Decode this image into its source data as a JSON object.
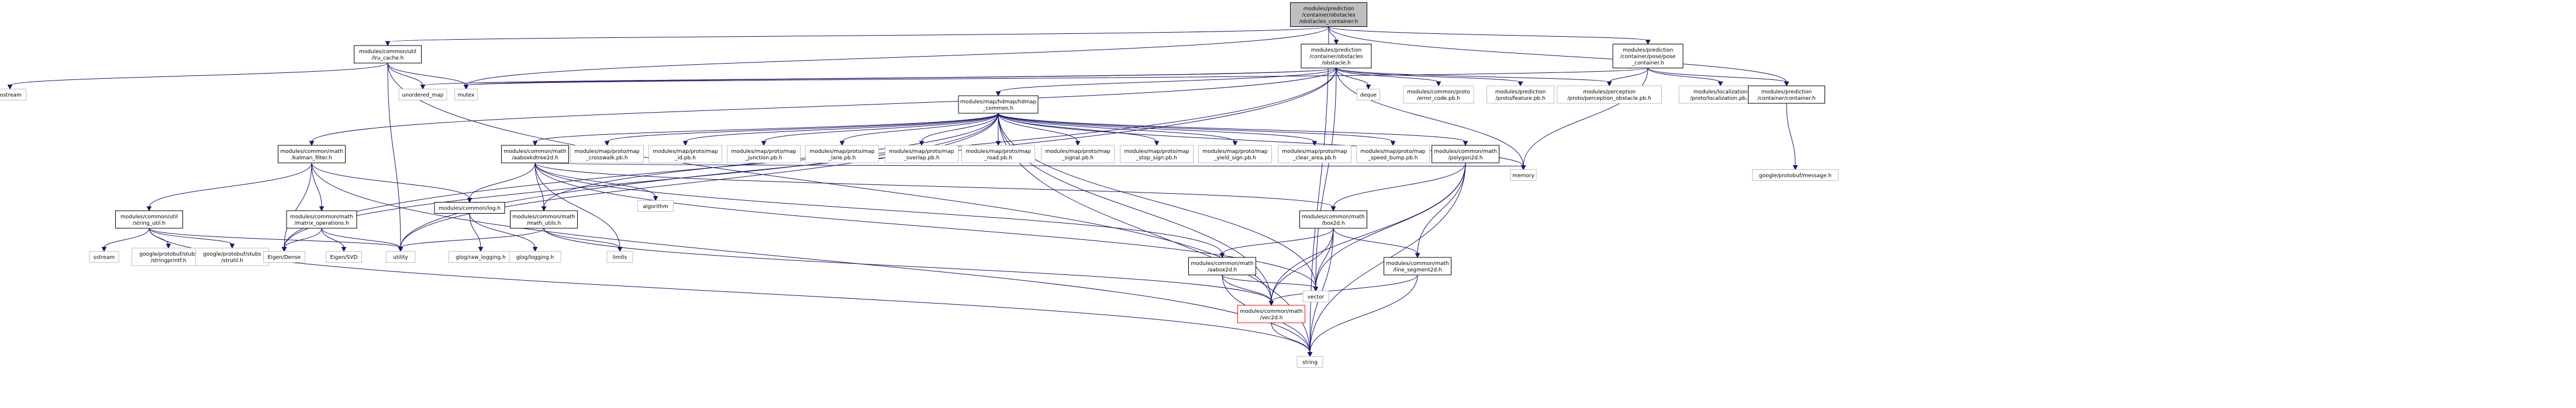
{
  "diagram": {
    "nodes": [
      {
        "id": "root",
        "lines": [
          "modules/prediction",
          "/container/obstacles",
          "/obstacles_container.h"
        ],
        "style": "root"
      },
      {
        "id": "lru",
        "lines": [
          "modules/common/util",
          "/lru_cache.h"
        ],
        "style": "box"
      },
      {
        "id": "obstacle",
        "lines": [
          "modules/prediction",
          "/container/obstacles",
          "/obstacle.h"
        ],
        "style": "box"
      },
      {
        "id": "pose",
        "lines": [
          "modules/prediction",
          "/container/pose/pose",
          "_container.h"
        ],
        "style": "box"
      },
      {
        "id": "iostream",
        "lines": [
          "iostream"
        ],
        "style": "ext"
      },
      {
        "id": "unordered_map",
        "lines": [
          "unordered_map"
        ],
        "style": "ext"
      },
      {
        "id": "mutex",
        "lines": [
          "mutex"
        ],
        "style": "ext"
      },
      {
        "id": "hdmap_common",
        "lines": [
          "modules/map/hdmap/hdmap",
          "_common.h"
        ],
        "style": "box"
      },
      {
        "id": "deque",
        "lines": [
          "deque"
        ],
        "style": "ext"
      },
      {
        "id": "error_code",
        "lines": [
          "modules/common/proto",
          "/error_code.pb.h"
        ],
        "style": "ext"
      },
      {
        "id": "feature_pb",
        "lines": [
          "modules/prediction",
          "/proto/feature.pb.h"
        ],
        "style": "ext"
      },
      {
        "id": "perception_obstacle",
        "lines": [
          "modules/perception",
          "/proto/perception_obstacle.pb.h"
        ],
        "style": "ext"
      },
      {
        "id": "localization_pb",
        "lines": [
          "modules/localization",
          "/proto/localization.pb.h"
        ],
        "style": "ext"
      },
      {
        "id": "container",
        "lines": [
          "modules/prediction",
          "/container/container.h"
        ],
        "style": "box"
      },
      {
        "id": "kalman",
        "lines": [
          "modules/common/math",
          "/kalman_filter.h"
        ],
        "style": "box"
      },
      {
        "id": "aaboxkdtree",
        "lines": [
          "modules/common/math",
          "/aaboxkdtree2d.h"
        ],
        "style": "box"
      },
      {
        "id": "crosswalk",
        "lines": [
          "modules/map/proto/map",
          "_crosswalk.pb.h"
        ],
        "style": "ext"
      },
      {
        "id": "id_pb",
        "lines": [
          "modules/map/proto/map",
          "_id.pb.h"
        ],
        "style": "ext"
      },
      {
        "id": "junction",
        "lines": [
          "modules/map/proto/map",
          "_junction.pb.h"
        ],
        "style": "ext"
      },
      {
        "id": "lane",
        "lines": [
          "modules/map/proto/map",
          "_lane.pb.h"
        ],
        "style": "ext"
      },
      {
        "id": "overlap",
        "lines": [
          "modules/map/proto/map",
          "_overlap.pb.h"
        ],
        "style": "ext"
      },
      {
        "id": "road",
        "lines": [
          "modules/map/proto/map",
          "_road.pb.h"
        ],
        "style": "ext"
      },
      {
        "id": "signal",
        "lines": [
          "modules/map/proto/map",
          "_signal.pb.h"
        ],
        "style": "ext"
      },
      {
        "id": "stop_sign",
        "lines": [
          "modules/map/proto/map",
          "_stop_sign.pb.h"
        ],
        "style": "ext"
      },
      {
        "id": "yield_sign",
        "lines": [
          "modules/map/proto/map",
          "_yield_sign.pb.h"
        ],
        "style": "ext"
      },
      {
        "id": "clear_area",
        "lines": [
          "modules/map/proto/map",
          "_clear_area.pb.h"
        ],
        "style": "ext"
      },
      {
        "id": "speed_bump",
        "lines": [
          "modules/map/proto/map",
          "_speed_bump.pb.h"
        ],
        "style": "ext"
      },
      {
        "id": "polygon2d",
        "lines": [
          "modules/common/math",
          "/polygon2d.h"
        ],
        "style": "box"
      },
      {
        "id": "memory",
        "lines": [
          "memory"
        ],
        "style": "ext"
      },
      {
        "id": "message_h",
        "lines": [
          "google/protobuf/message.h"
        ],
        "style": "ext"
      },
      {
        "id": "string_util",
        "lines": [
          "modules/common/util",
          "/string_util.h"
        ],
        "style": "box"
      },
      {
        "id": "matrix_ops",
        "lines": [
          "modules/common/math",
          "/matrix_operations.h"
        ],
        "style": "box"
      },
      {
        "id": "log",
        "lines": [
          "modules/common/log.h"
        ],
        "style": "box"
      },
      {
        "id": "math_utils",
        "lines": [
          "modules/common/math",
          "/math_utils.h"
        ],
        "style": "box"
      },
      {
        "id": "algorithm",
        "lines": [
          "algorithm"
        ],
        "style": "ext"
      },
      {
        "id": "box2d",
        "lines": [
          "modules/common/math",
          "/box2d.h"
        ],
        "style": "box"
      },
      {
        "id": "sstream",
        "lines": [
          "sstream"
        ],
        "style": "ext"
      },
      {
        "id": "stringprintf",
        "lines": [
          "google/protobuf/stubs",
          "/stringprintf.h"
        ],
        "style": "ext"
      },
      {
        "id": "strutil",
        "lines": [
          "google/protobuf/stubs",
          "/strutil.h"
        ],
        "style": "ext"
      },
      {
        "id": "eigen_dense",
        "lines": [
          "Eigen/Dense"
        ],
        "style": "ext"
      },
      {
        "id": "eigen_svd",
        "lines": [
          "Eigen/SVD"
        ],
        "style": "ext"
      },
      {
        "id": "utility",
        "lines": [
          "utility"
        ],
        "style": "ext"
      },
      {
        "id": "glog_raw",
        "lines": [
          "glog/raw_logging.h"
        ],
        "style": "ext"
      },
      {
        "id": "glog",
        "lines": [
          "glog/logging.h"
        ],
        "style": "ext"
      },
      {
        "id": "limits",
        "lines": [
          "limits"
        ],
        "style": "ext"
      },
      {
        "id": "aabox2d",
        "lines": [
          "modules/common/math",
          "/aabox2d.h"
        ],
        "style": "box"
      },
      {
        "id": "line_segment",
        "lines": [
          "modules/common/math",
          "/line_segment2d.h"
        ],
        "style": "box"
      },
      {
        "id": "vector",
        "lines": [
          "vector"
        ],
        "style": "ext"
      },
      {
        "id": "vec2d",
        "lines": [
          "modules/common/math",
          "/vec2d.h"
        ],
        "style": "red"
      },
      {
        "id": "string",
        "lines": [
          "string"
        ],
        "style": "ext"
      }
    ],
    "edges": [
      [
        "root",
        "lru"
      ],
      [
        "root",
        "obstacle"
      ],
      [
        "root",
        "pose"
      ],
      [
        "root",
        "container"
      ],
      [
        "root",
        "mutex"
      ],
      [
        "root",
        "string"
      ],
      [
        "lru",
        "iostream"
      ],
      [
        "lru",
        "unordered_map"
      ],
      [
        "lru",
        "mutex"
      ],
      [
        "lru",
        "utility"
      ],
      [
        "lru",
        "vec2d"
      ],
      [
        "obstacle",
        "unordered_map"
      ],
      [
        "obstacle",
        "mutex"
      ],
      [
        "obstacle",
        "hdmap_common"
      ],
      [
        "obstacle",
        "deque"
      ],
      [
        "obstacle",
        "error_code"
      ],
      [
        "obstacle",
        "feature_pb"
      ],
      [
        "obstacle",
        "perception_obstacle"
      ],
      [
        "obstacle",
        "memory"
      ],
      [
        "obstacle",
        "vector"
      ],
      [
        "obstacle",
        "kalman"
      ],
      [
        "obstacle",
        "eigen_dense"
      ],
      [
        "obstacle",
        "utility"
      ],
      [
        "pose",
        "perception_obstacle"
      ],
      [
        "pose",
        "localization_pb"
      ],
      [
        "pose",
        "container"
      ],
      [
        "pose",
        "memory"
      ],
      [
        "pose",
        "mutex"
      ],
      [
        "container",
        "message_h"
      ],
      [
        "hdmap_common",
        "aaboxkdtree"
      ],
      [
        "hdmap_common",
        "crosswalk"
      ],
      [
        "hdmap_common",
        "id_pb"
      ],
      [
        "hdmap_common",
        "junction"
      ],
      [
        "hdmap_common",
        "lane"
      ],
      [
        "hdmap_common",
        "overlap"
      ],
      [
        "hdmap_common",
        "road"
      ],
      [
        "hdmap_common",
        "signal"
      ],
      [
        "hdmap_common",
        "stop_sign"
      ],
      [
        "hdmap_common",
        "yield_sign"
      ],
      [
        "hdmap_common",
        "clear_area"
      ],
      [
        "hdmap_common",
        "speed_bump"
      ],
      [
        "hdmap_common",
        "polygon2d"
      ],
      [
        "hdmap_common",
        "memory"
      ],
      [
        "hdmap_common",
        "string"
      ],
      [
        "hdmap_common",
        "vector"
      ],
      [
        "hdmap_common",
        "math_utils"
      ],
      [
        "hdmap_common",
        "utility"
      ],
      [
        "hdmap_common",
        "vec2d"
      ],
      [
        "hdmap_common",
        "eigen_dense"
      ],
      [
        "kalman",
        "string_util"
      ],
      [
        "kalman",
        "matrix_ops"
      ],
      [
        "kalman",
        "log"
      ],
      [
        "kalman",
        "eigen_dense"
      ],
      [
        "kalman",
        "string"
      ],
      [
        "aaboxkdtree",
        "log"
      ],
      [
        "aaboxkdtree",
        "math_utils"
      ],
      [
        "aaboxkdtree",
        "algorithm"
      ],
      [
        "aaboxkdtree",
        "aabox2d"
      ],
      [
        "aaboxkdtree",
        "box2d"
      ],
      [
        "aaboxkdtree",
        "limits"
      ],
      [
        "aaboxkdtree",
        "memory"
      ],
      [
        "aaboxkdtree",
        "vector"
      ],
      [
        "polygon2d",
        "box2d"
      ],
      [
        "polygon2d",
        "line_segment"
      ],
      [
        "polygon2d",
        "vec2d"
      ],
      [
        "polygon2d",
        "vector"
      ],
      [
        "polygon2d",
        "string"
      ],
      [
        "string_util",
        "sstream"
      ],
      [
        "string_util",
        "stringprintf"
      ],
      [
        "string_util",
        "strutil"
      ],
      [
        "string_util",
        "string"
      ],
      [
        "string_util",
        "utility"
      ],
      [
        "matrix_ops",
        "eigen_dense"
      ],
      [
        "matrix_ops",
        "eigen_svd"
      ],
      [
        "matrix_ops",
        "utility"
      ],
      [
        "log",
        "glog_raw"
      ],
      [
        "log",
        "glog"
      ],
      [
        "math_utils",
        "utility"
      ],
      [
        "math_utils",
        "limits"
      ],
      [
        "math_utils",
        "vec2d"
      ],
      [
        "box2d",
        "aabox2d"
      ],
      [
        "box2d",
        "line_segment"
      ],
      [
        "box2d",
        "vec2d"
      ],
      [
        "box2d",
        "vector"
      ],
      [
        "box2d",
        "string"
      ],
      [
        "aabox2d",
        "vec2d"
      ],
      [
        "aabox2d",
        "vector"
      ],
      [
        "aabox2d",
        "string"
      ],
      [
        "line_segment",
        "vec2d"
      ],
      [
        "line_segment",
        "string"
      ],
      [
        "vec2d",
        "string"
      ]
    ]
  }
}
